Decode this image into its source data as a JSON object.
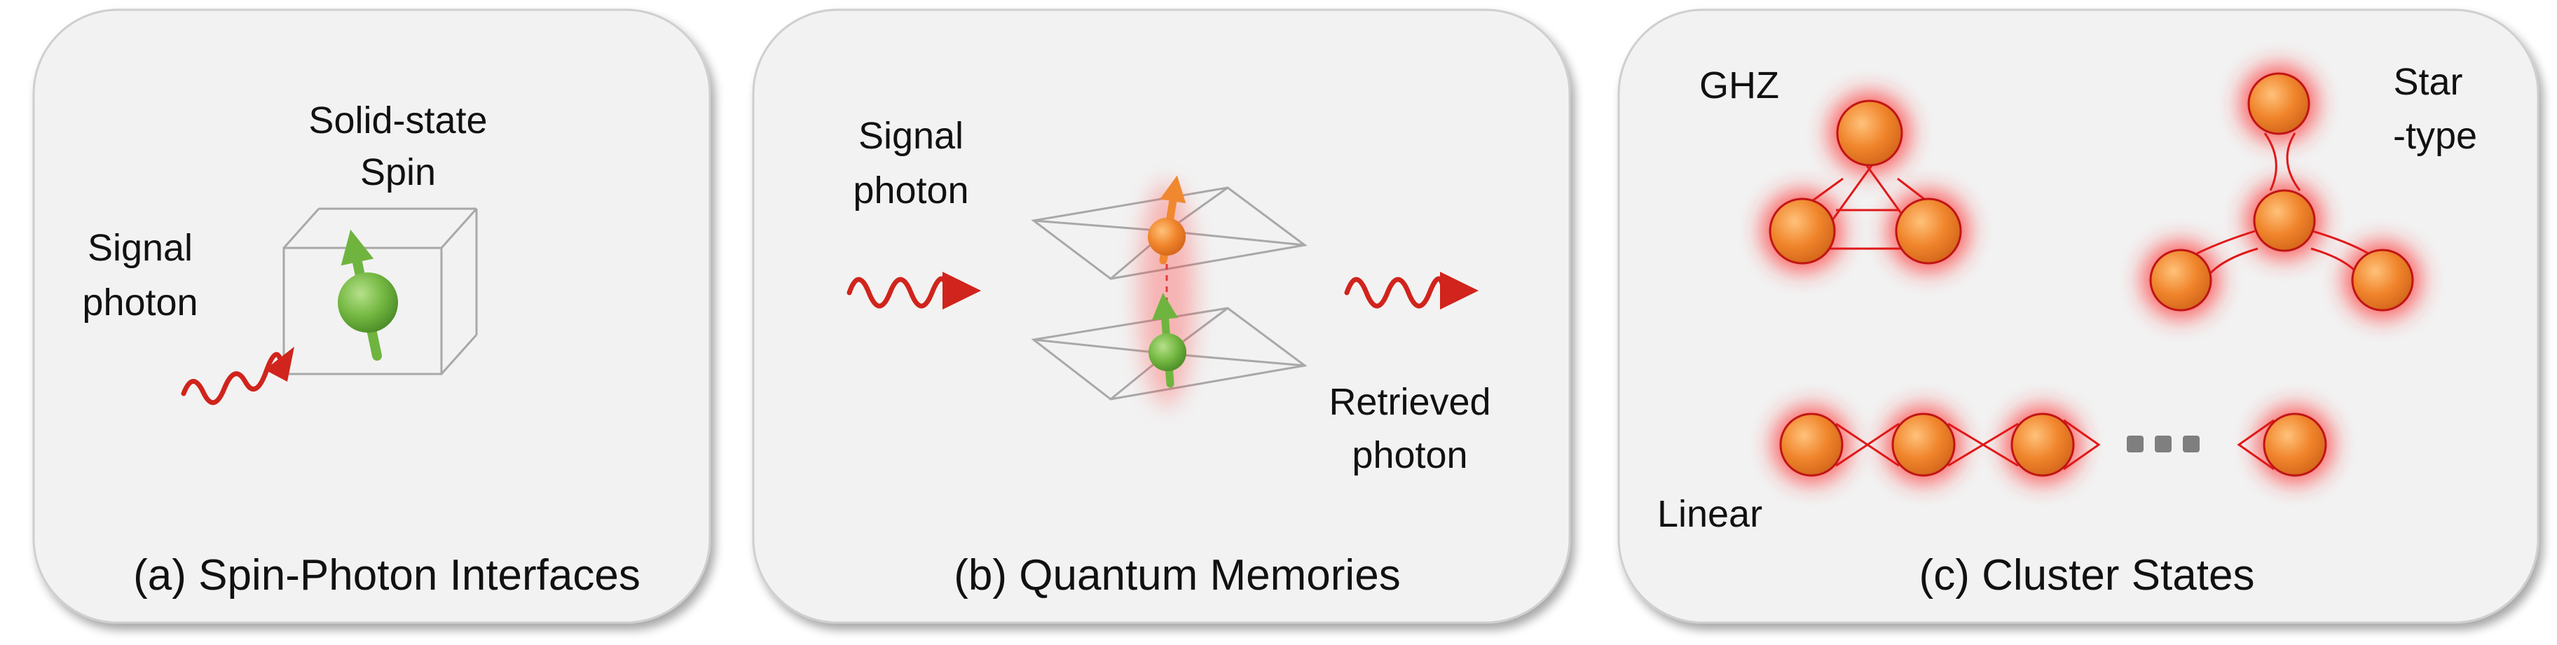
{
  "colors": {
    "panel_fill": "#f2f2f2",
    "panel_stroke": "#cfcfcf",
    "photon_red": "#d0241c",
    "spin_green": "#6fb43f",
    "orange": "#f0882f",
    "glow_red": "#ff2a2a",
    "dots_grey": "#7f7f7f"
  },
  "panels": [
    {
      "caption": "(a) Spin-Photon Interfaces",
      "labels": {
        "solid_state_1": "Solid-state",
        "solid_state_2": "Spin",
        "signal_1": "Signal",
        "signal_2": "photon"
      }
    },
    {
      "caption": "(b) Quantum Memories",
      "labels": {
        "signal_1": "Signal",
        "signal_2": "photon",
        "retrieved_1": "Retrieved",
        "retrieved_2": "photon"
      }
    },
    {
      "caption": "(c) Cluster States",
      "labels": {
        "ghz": "GHZ",
        "star_1": "Star",
        "star_2": "-type",
        "linear": "Linear"
      }
    }
  ]
}
